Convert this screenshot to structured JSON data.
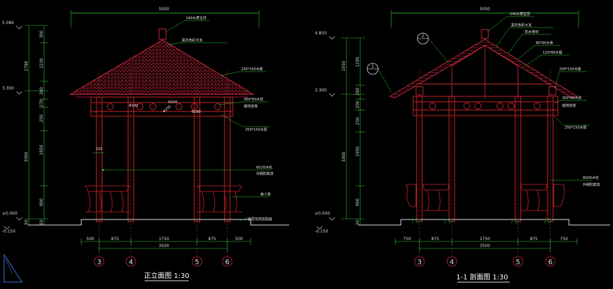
{
  "front": {
    "title": "正立面图 1:30",
    "overall_width": "5000",
    "levels": [
      "5.086",
      "3.300",
      "±0.000",
      "-0.150"
    ],
    "vdims_outer": [
      "1786",
      "3300",
      "50"
    ],
    "vdims_inner": [
      "300",
      "1226",
      "260",
      "270",
      "250",
      "1950",
      "900",
      "50"
    ],
    "hdims": [
      "500",
      "875",
      "1750",
      "875",
      "500"
    ],
    "total_width": "3500",
    "axes": [
      "3",
      "4",
      "5",
      "6"
    ],
    "callouts": [
      "240木质宝顶",
      "黑灰色彩大瓦",
      "230*150木檩",
      "300*60木枋",
      "装饰挂落",
      "250*150木梁",
      "Φ220木柱",
      "外刷防腐漆",
      "美人靠",
      "面层花岗岩贴面"
    ],
    "small_dims": [
      "220",
      "Φ180",
      "Φ250",
      "Φ250",
      "Φ280"
    ]
  },
  "section": {
    "title": "1-1 剖面图 1:30",
    "overall_width": "5000",
    "levels": [
      "4.850",
      "3.300",
      "±0.000",
      "-0.150"
    ],
    "vdims_outer": [
      "1550",
      "3300"
    ],
    "vdims_inner": [
      "1290",
      "260",
      "200",
      "250",
      "1950",
      "900",
      "50"
    ],
    "hdims": [
      "750",
      "875",
      "1750",
      "875",
      "750"
    ],
    "total_width": "3500",
    "axes": [
      "3",
      "4",
      "5",
      "6"
    ],
    "markers": [
      "1",
      "2"
    ],
    "callouts": [
      "240木质宝顶",
      "黑灰色彩大瓦",
      "防水卷材",
      "80*60木条",
      "120*80木檩",
      "230*150木檩",
      "300*60木枋",
      "装饰挂落",
      "250*150木梁",
      "Φ200木柱",
      "外刷防腐漆"
    ]
  },
  "colors": {
    "bg": "#000000",
    "roof": "#c8283a",
    "structure": "#d2232a",
    "dim": "#33cc33",
    "text": "#e8e8e8",
    "leader": "#2fd42f",
    "ground": "#e0e0e0"
  }
}
